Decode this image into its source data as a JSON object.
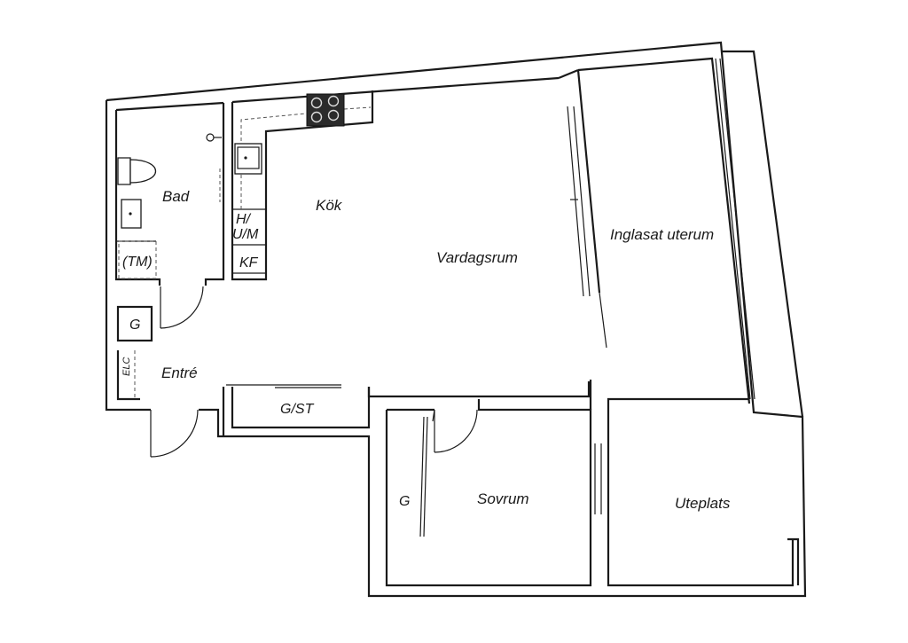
{
  "rooms": {
    "bad": "Bad",
    "kok": "Kök",
    "vardagsrum": "Vardagsrum",
    "inglasat_uterum": "Inglasat uterum",
    "entre": "Entré",
    "sovrum": "Sovrum",
    "uteplats": "Uteplats"
  },
  "fixtures": {
    "tm": "(TM)",
    "hum_line1": "H/",
    "hum_line2": "U/M",
    "kf": "KF",
    "g_entry": "G",
    "elc": "ELC",
    "gst": "G/ST",
    "g_sovrum": "G"
  }
}
